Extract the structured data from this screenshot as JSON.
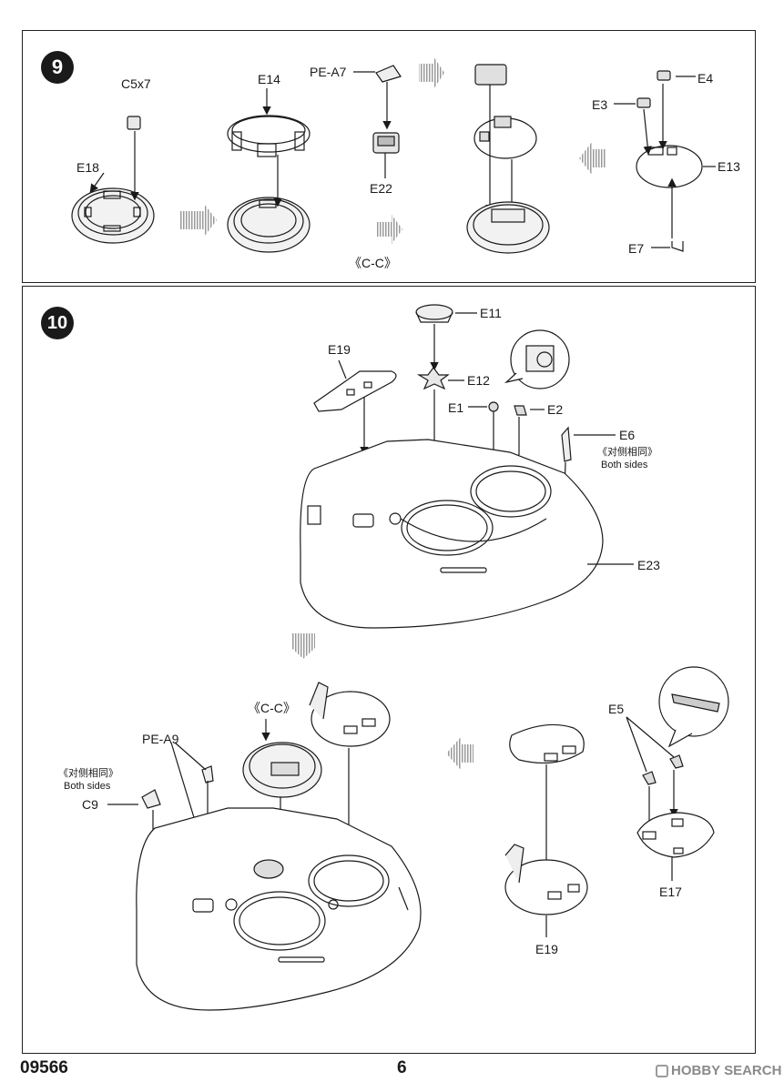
{
  "step9": {
    "number": "9",
    "labels": {
      "c5x7": "C5x7",
      "e18": "E18",
      "e14": "E14",
      "pe_a7": "PE-A7",
      "e22": "E22",
      "cc": "《C-C》",
      "e4": "E4",
      "e3": "E3",
      "e13": "E13",
      "e7": "E7"
    }
  },
  "step10": {
    "number": "10",
    "labels": {
      "e11": "E11",
      "e19_top": "E19",
      "e12": "E12",
      "e1": "E1",
      "e2": "E2",
      "e6": "E6",
      "both_sides_cn_1": "《对侧相同》",
      "both_sides_1": "Both sides",
      "e23": "E23",
      "cc": "《C-C》",
      "pe_a9": "PE-A9",
      "both_sides_cn_2": "《对侧相同》",
      "both_sides_2": "Both sides",
      "c9": "C9",
      "e5": "E5",
      "e17": "E17",
      "e19_bottom": "E19"
    }
  },
  "footer": {
    "code": "09566",
    "page": "6",
    "watermark": "HOBBY SEARCH"
  }
}
